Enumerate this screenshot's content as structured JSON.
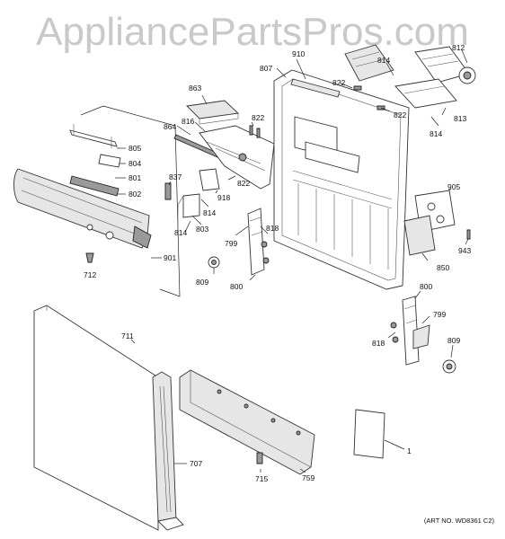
{
  "watermark": "AppliancePartsPros.com",
  "art_number": "(ART NO. WD8361 C2)",
  "parts": {
    "p805": "805",
    "p804": "804",
    "p801": "801",
    "p802": "802",
    "p901": "901",
    "p712": "712",
    "p863": "863",
    "p864": "864",
    "p816": "816",
    "p822a": "822",
    "p822b": "822",
    "p822c": "822",
    "p822d": "822",
    "p837": "837",
    "p918": "918",
    "p814a": "814",
    "p814b": "814",
    "p814c": "814",
    "p814d": "814",
    "p803": "803",
    "p809a": "809",
    "p799a": "799",
    "p818a": "818",
    "p800a": "800",
    "p807": "807",
    "p910": "910",
    "p812": "812",
    "p813": "813",
    "p905": "905",
    "p943": "943",
    "p850": "850",
    "p800b": "800",
    "p799b": "799",
    "p818b": "818",
    "p809b": "809",
    "p711": "711",
    "p707": "707",
    "p715": "715",
    "p759": "759",
    "p1": "1"
  }
}
